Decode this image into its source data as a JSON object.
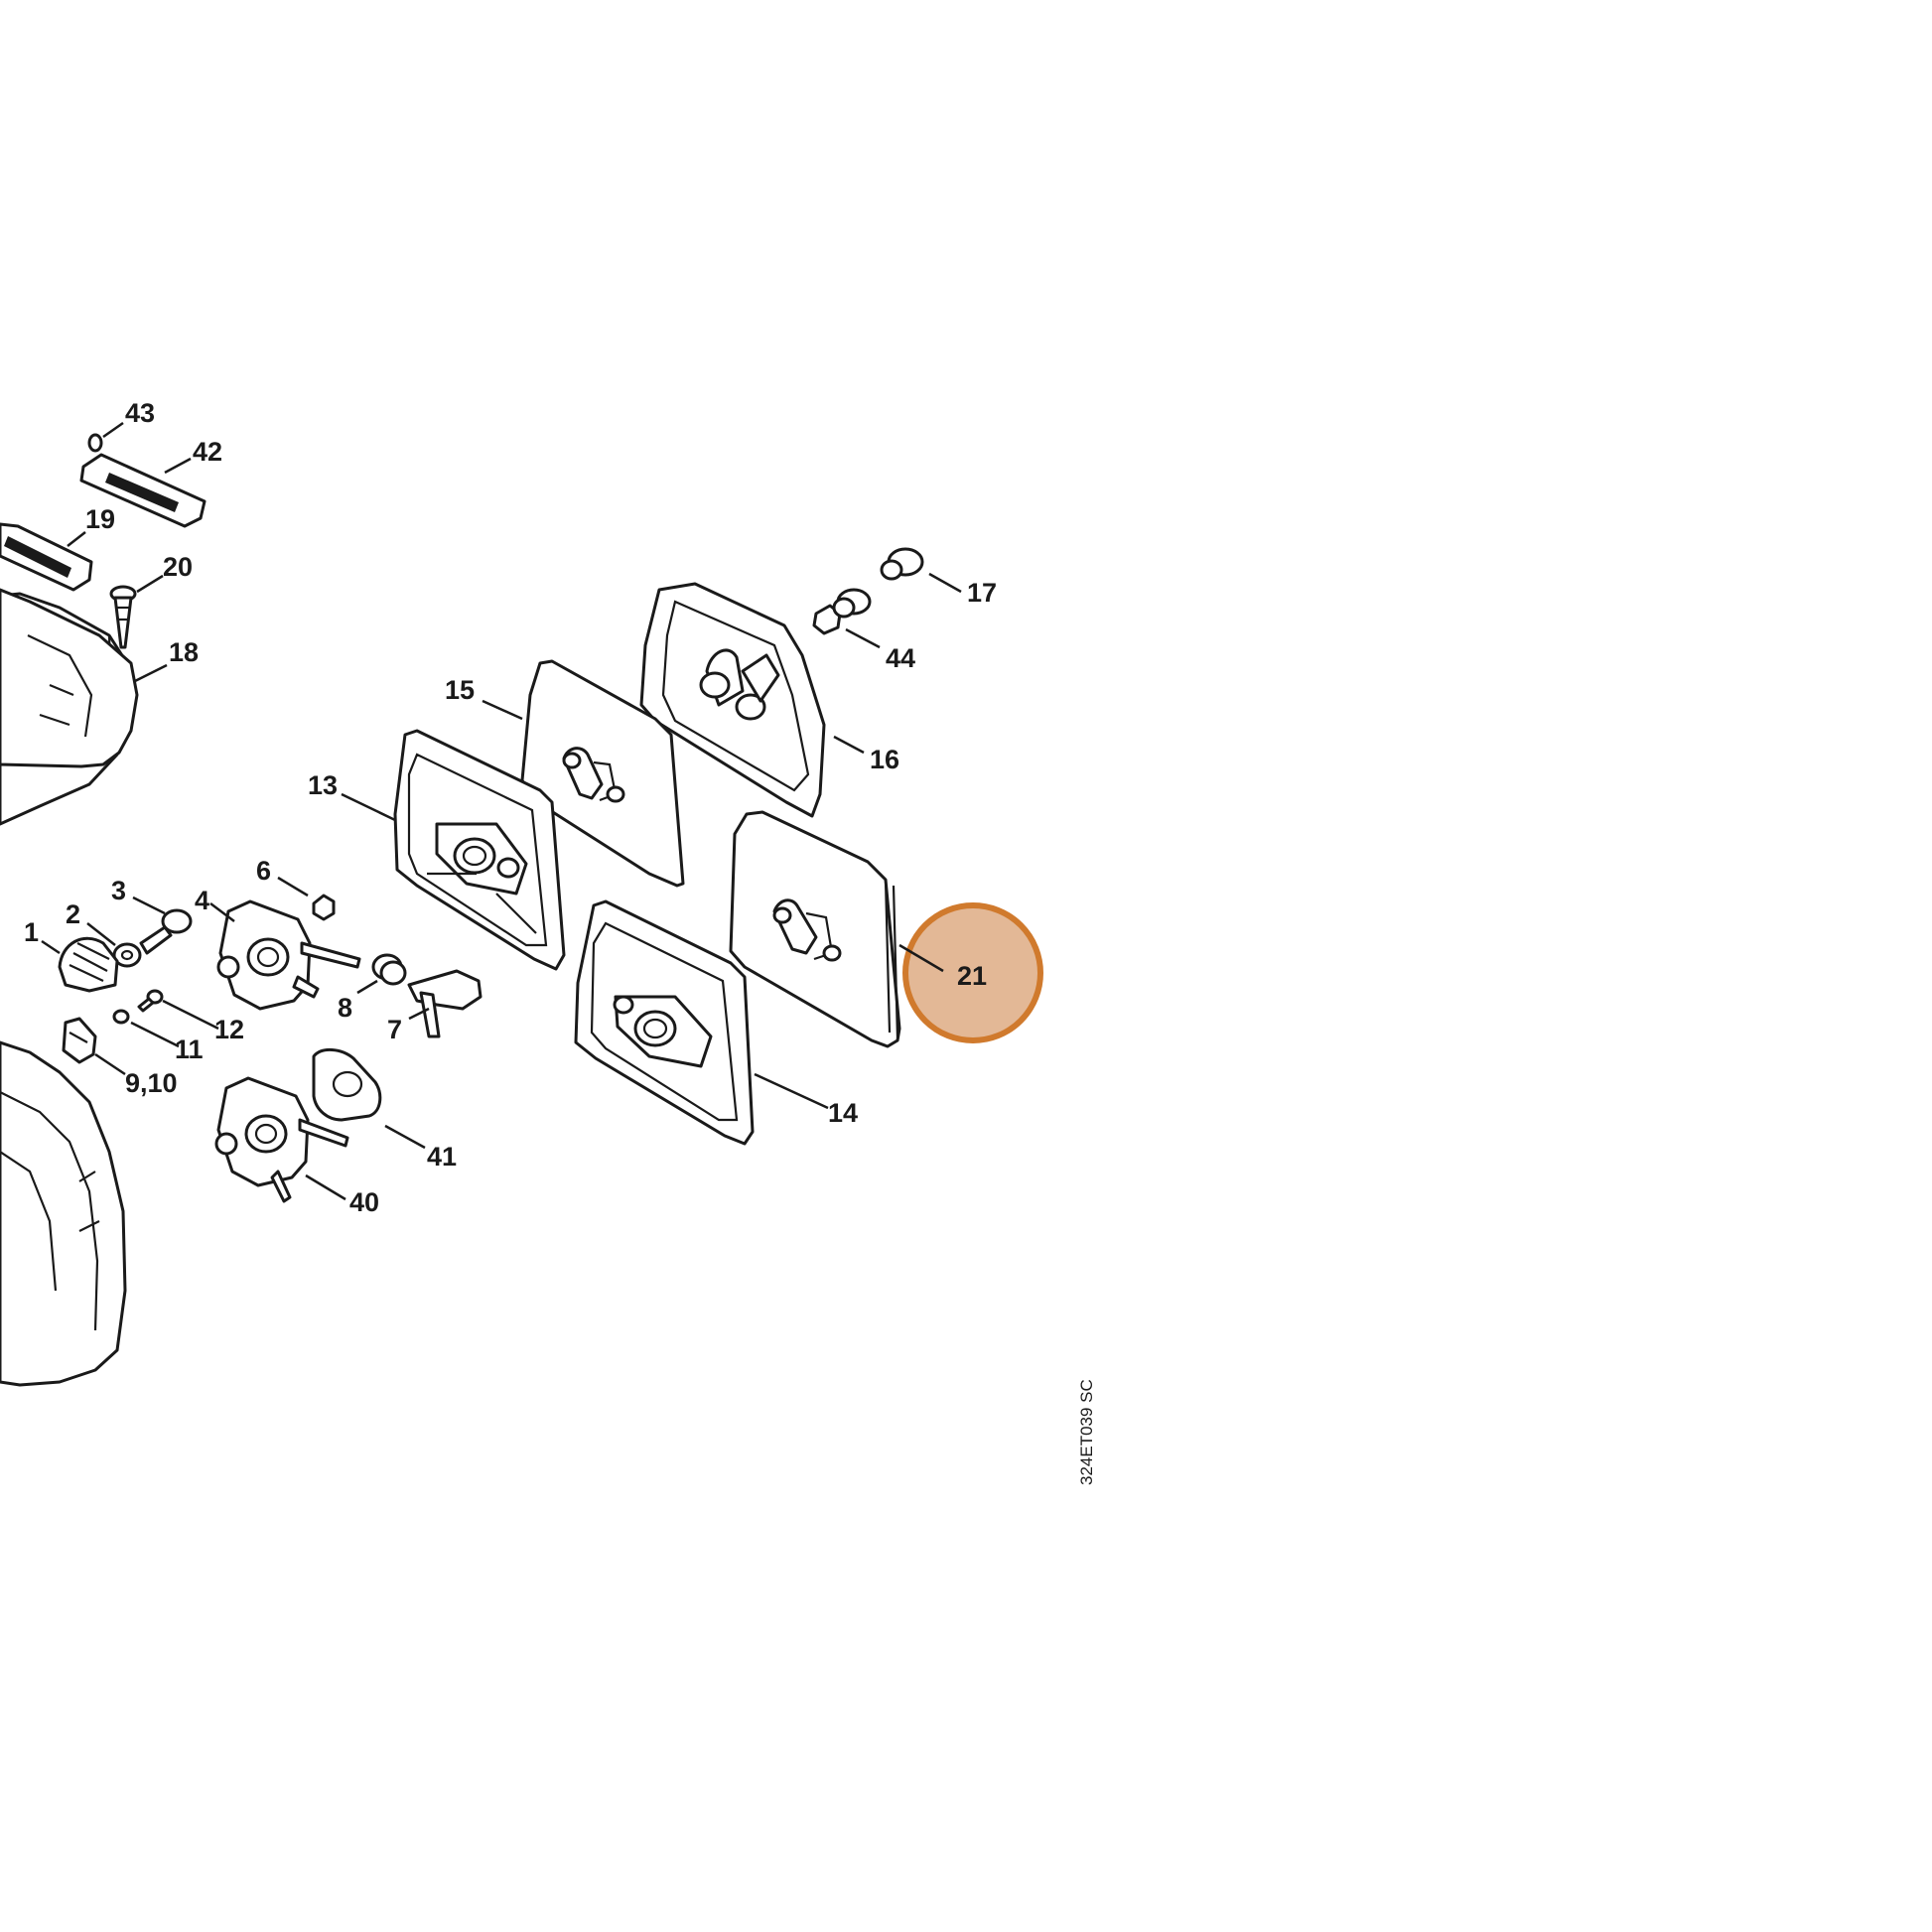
{
  "diagram": {
    "drawing_code": "324ET039 SC",
    "highlight": {
      "label": "21",
      "color": "#e3b896",
      "stroke": "#d07a2d"
    },
    "labels": [
      "43",
      "42",
      "19",
      "20",
      "18",
      "17",
      "44",
      "15",
      "16",
      "13",
      "6",
      "3",
      "2",
      "4",
      "1",
      "8",
      "7",
      "12",
      "11",
      "9,10",
      "14",
      "41",
      "40",
      "21"
    ]
  }
}
